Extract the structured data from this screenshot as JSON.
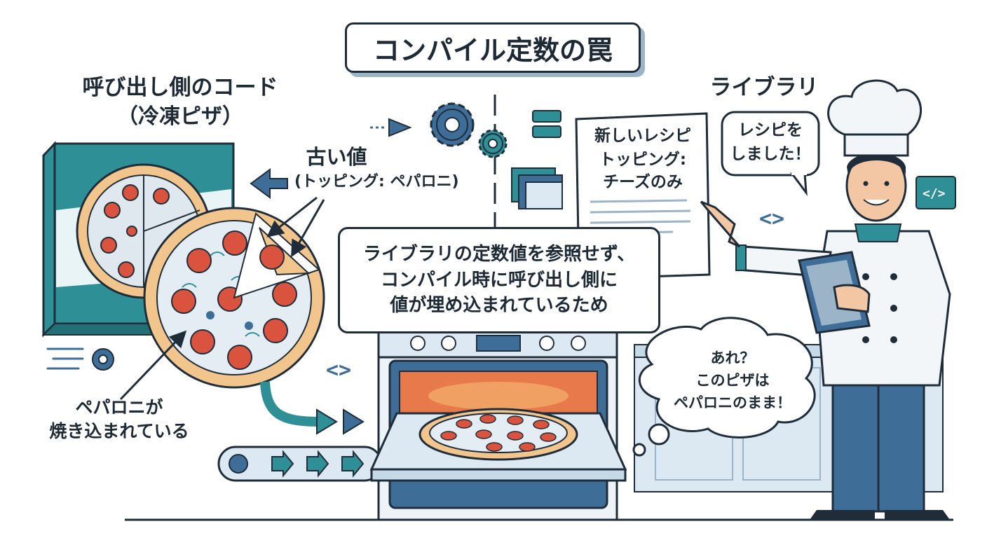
{
  "title": "コンパイル定数の罠",
  "caller": {
    "heading": "呼び出し側のコード",
    "subheading": "（冷凍ピザ）",
    "old_value": "古い値",
    "old_value_detail": "(トッピング: ペパロニ)",
    "baked_line1": "ペパロニが",
    "baked_line2": "焼き込まれている"
  },
  "library": {
    "heading": "ライブラリ",
    "recipe_line1": "新しいレシピ",
    "recipe_line2": "トッピング:",
    "recipe_line3": "チーズのみ",
    "chef_line1": "レシピを",
    "chef_line2": "しました！"
  },
  "explanation": {
    "line1": "ライブラリの定数値を参照せず、",
    "line2": "コンパイル時に呼び出し側に",
    "line3": "値が埋め込まれているため"
  },
  "thought": {
    "line1": "あれ？",
    "line2": "このピザは",
    "line3": "ペパロニのまま！"
  },
  "colors": {
    "navy": "#1f2d3a",
    "teal": "#2f8f96",
    "blue": "#3e6e98",
    "pepperoni": "#d9533f",
    "crust": "#f2c58d",
    "oven_glow": "#e8794a"
  }
}
